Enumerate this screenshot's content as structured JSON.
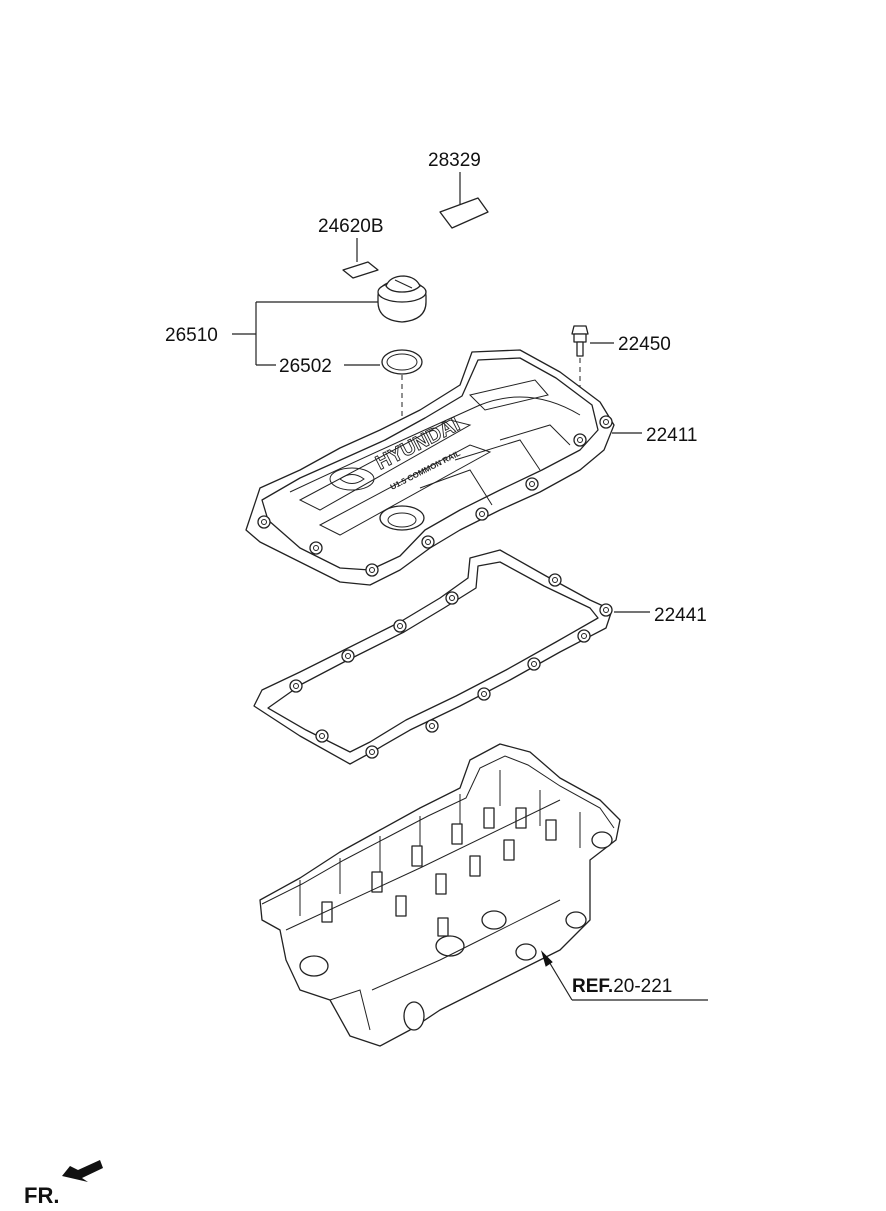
{
  "callouts": {
    "c28329": "28329",
    "c24620b": "24620B",
    "c26510": "26510",
    "c26502": "26502",
    "c22450": "22450",
    "c22411": "22411",
    "c22441": "22441"
  },
  "ref": {
    "prefix": "REF.",
    "code": "20-221"
  },
  "front": {
    "label": "FR."
  },
  "cover_text": {
    "brand": "HYUNDAI",
    "sub": "U1.5 COMMON RAIL"
  }
}
